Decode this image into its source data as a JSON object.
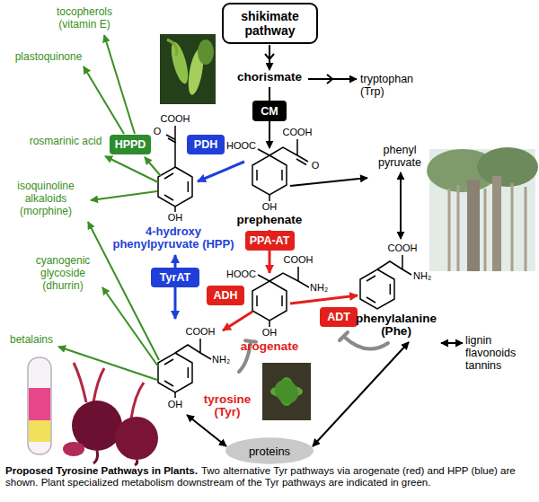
{
  "diagram": {
    "title": "Proposed Tyrosine Pathways in Plants.",
    "caption": "Two alternative Tyr pathways via arogenate (red) and HPP (blue) are shown. Plant specialized metabolism downstream of the Tyr pathways are indicated in green.",
    "nodes": [
      {
        "text": [
          "shikimate pathway"
        ]
      },
      {
        "text": [
          "CM"
        ]
      },
      {
        "text": [
          "HPPD"
        ]
      },
      {
        "text": [
          "PDH"
        ]
      },
      {
        "text": [
          "PPA-AT"
        ]
      },
      {
        "text": [
          "TyrAT"
        ]
      },
      {
        "text": [
          "ADH"
        ]
      },
      {
        "text": [
          "ADT"
        ]
      },
      {
        "text": [
          "proteins"
        ]
      }
    ],
    "labels": [
      "chorismate",
      "tryptophan (Trp)",
      "COOH",
      "HOOC",
      "O",
      "OH",
      "prephenate",
      "phenyl pyruvate",
      "COOH",
      "O",
      "OH",
      "4-hydroxy phenylpyruvate (HPP)",
      "COOH",
      "NH₂",
      "HOOC",
      "OH",
      "arogenate",
      "COOH",
      "NH₂",
      "OH",
      "tyrosine (Tyr)",
      "COOH",
      "NH₂",
      "phenylalanine (Phe)",
      "lignin flavonoids tannins",
      "tocopherols (vitamin E)",
      "plastoquinone",
      "rosmarinic acid",
      "isoquinoline alkaloids (morphine)",
      "cyanogenic glycoside (dhurrin)",
      "betalains"
    ]
  }
}
